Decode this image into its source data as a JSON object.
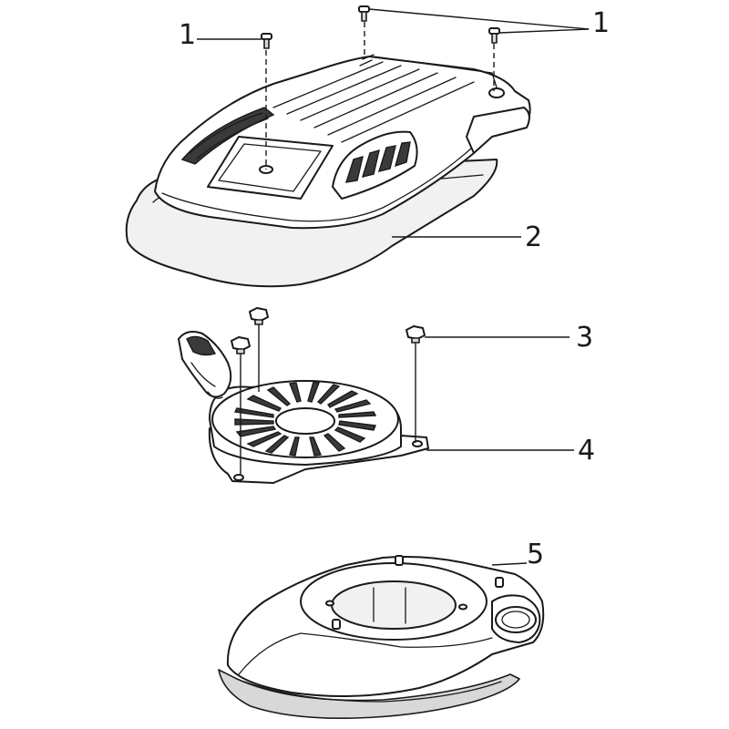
{
  "callouts": {
    "c1a": "1",
    "c1b": "1",
    "c2": "2",
    "c3": "3",
    "c4": "4",
    "c5": "5"
  }
}
